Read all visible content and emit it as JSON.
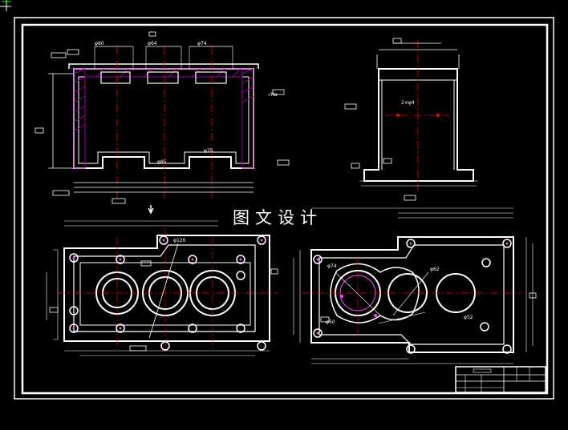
{
  "watermark": "图文设计",
  "colors": {
    "background": "#000000",
    "outline": "#ffffff",
    "centerline": "#ff0000",
    "hatch": "#a000a0",
    "holes": "#ff40ff",
    "accent": "#00ff00"
  },
  "annotations": {
    "front_view": {
      "roughness_a": "√Ra",
      "dim_dia_a": "φ80",
      "dim_dia_b": "φ64",
      "dim_dia_c": "φ74",
      "dim_len_a": "φ75",
      "dim_len_b": "φ85"
    },
    "side_view": {
      "hole_callout": "2×φ4"
    },
    "plan_view": {
      "hole_dia": "φ120"
    },
    "cover_view": {
      "dia_a": "φ74",
      "dia_b": "φ62",
      "dia_c": "φ50",
      "dia_d": "φ52"
    }
  }
}
